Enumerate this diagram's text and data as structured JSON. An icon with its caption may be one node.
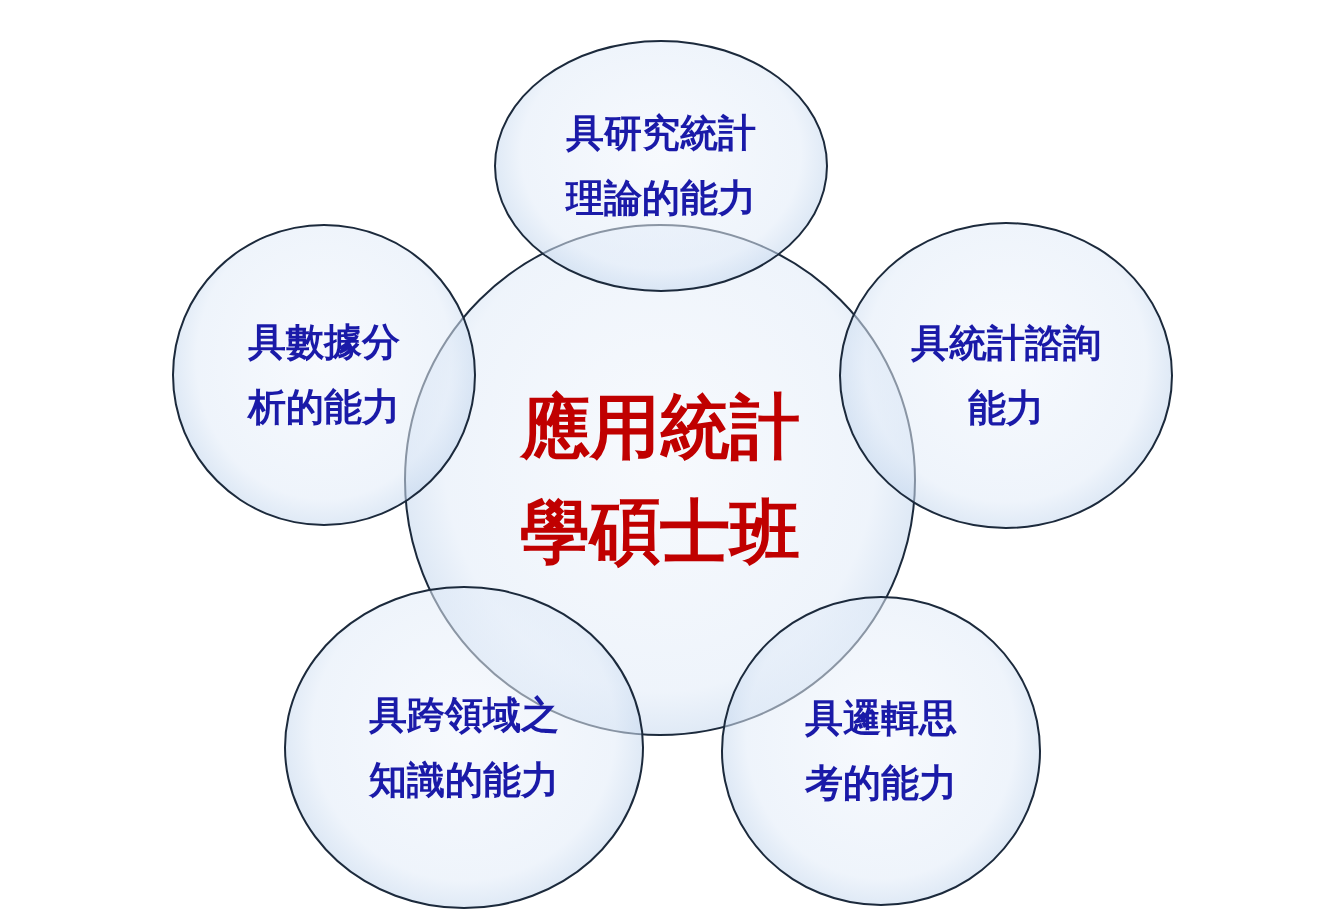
{
  "diagram": {
    "nodes": [
      {
        "text": [
          "應用統計學碩士班"
        ]
      },
      {
        "text": [
          "具研究統計理論的能力"
        ]
      },
      {
        "text": [
          "具數據分析的能力"
        ]
      },
      {
        "text": [
          "具統計諮詢能力"
        ]
      },
      {
        "text": [
          "具跨領域之知識的能力"
        ]
      },
      {
        "text": [
          "具邏輯思考的能力"
        ]
      }
    ]
  }
}
